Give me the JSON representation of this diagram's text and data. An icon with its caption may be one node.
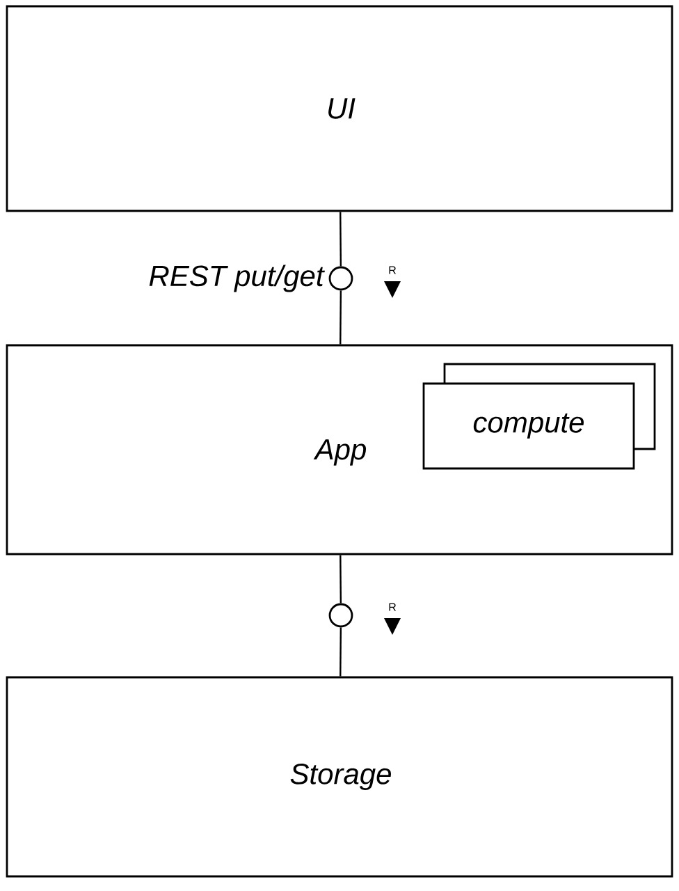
{
  "diagram": {
    "nodes": [
      {
        "text": [
          "UI"
        ]
      },
      {
        "text": [],
        "shape": "circle",
        "beside": [
          "REST put/get"
        ]
      },
      {
        "text": [
          "App"
        ]
      },
      {
        "text": [
          "compute"
        ],
        "in": 2
      },
      {
        "text": [],
        "shape": "circle"
      },
      {
        "text": [
          "Storage"
        ]
      }
    ],
    "edges": [
      {
        "from": 0,
        "to": 1,
        "arrow": "none"
      },
      {
        "from": 1,
        "to": 2,
        "arrow": "none"
      },
      {
        "from": 2,
        "to": 4,
        "arrow": "none"
      },
      {
        "from": 4,
        "to": 5,
        "arrow": "none"
      }
    ],
    "labels": [
      "R",
      "R"
    ]
  }
}
